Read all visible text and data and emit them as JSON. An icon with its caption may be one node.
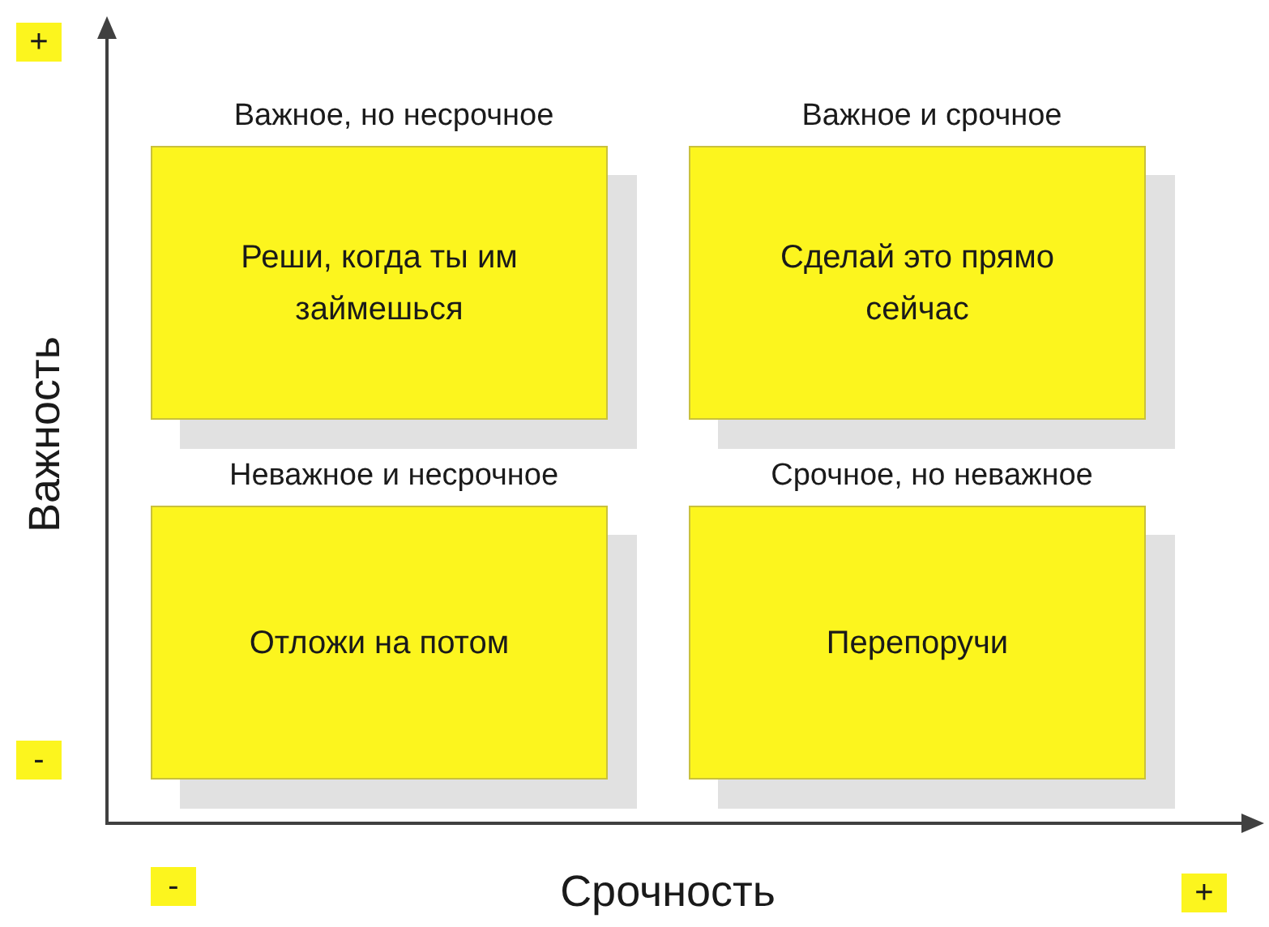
{
  "diagram": {
    "nodes": [
      {
        "text": [
          "Важное, но несрочное",
          "Реши, когда ты им займешься"
        ]
      },
      {
        "text": [
          "Важное и срочное",
          "Сделай это прямо сейчас"
        ]
      },
      {
        "text": [
          "Неважное и несрочное",
          "Отложи на потом"
        ]
      },
      {
        "text": [
          "Срочное, но неважное",
          "Перепоручи"
        ]
      }
    ],
    "labels": [
      "+",
      "Важность",
      "-",
      "-",
      "Срочность",
      "+"
    ]
  }
}
